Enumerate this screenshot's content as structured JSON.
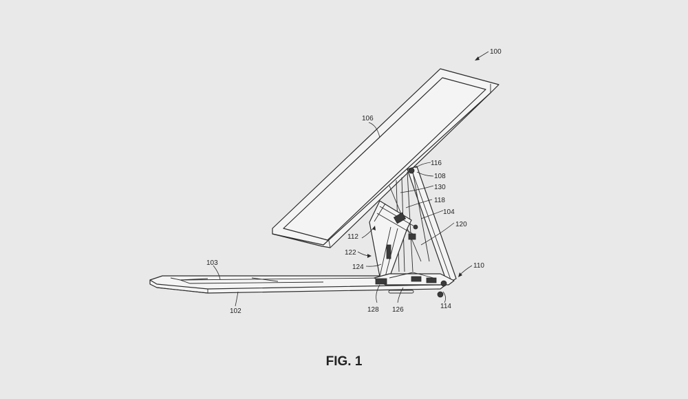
{
  "figure": {
    "caption": "FIG. 1",
    "labels": {
      "l100": "100",
      "l102": "102",
      "l103": "103",
      "l104": "104",
      "l106": "106",
      "l108": "108",
      "l110": "110",
      "l112": "112",
      "l114": "114",
      "l116": "116",
      "l118": "118",
      "l120": "120",
      "l122": "122",
      "l124": "124",
      "l126": "126",
      "l128": "128",
      "l130": "130"
    }
  }
}
